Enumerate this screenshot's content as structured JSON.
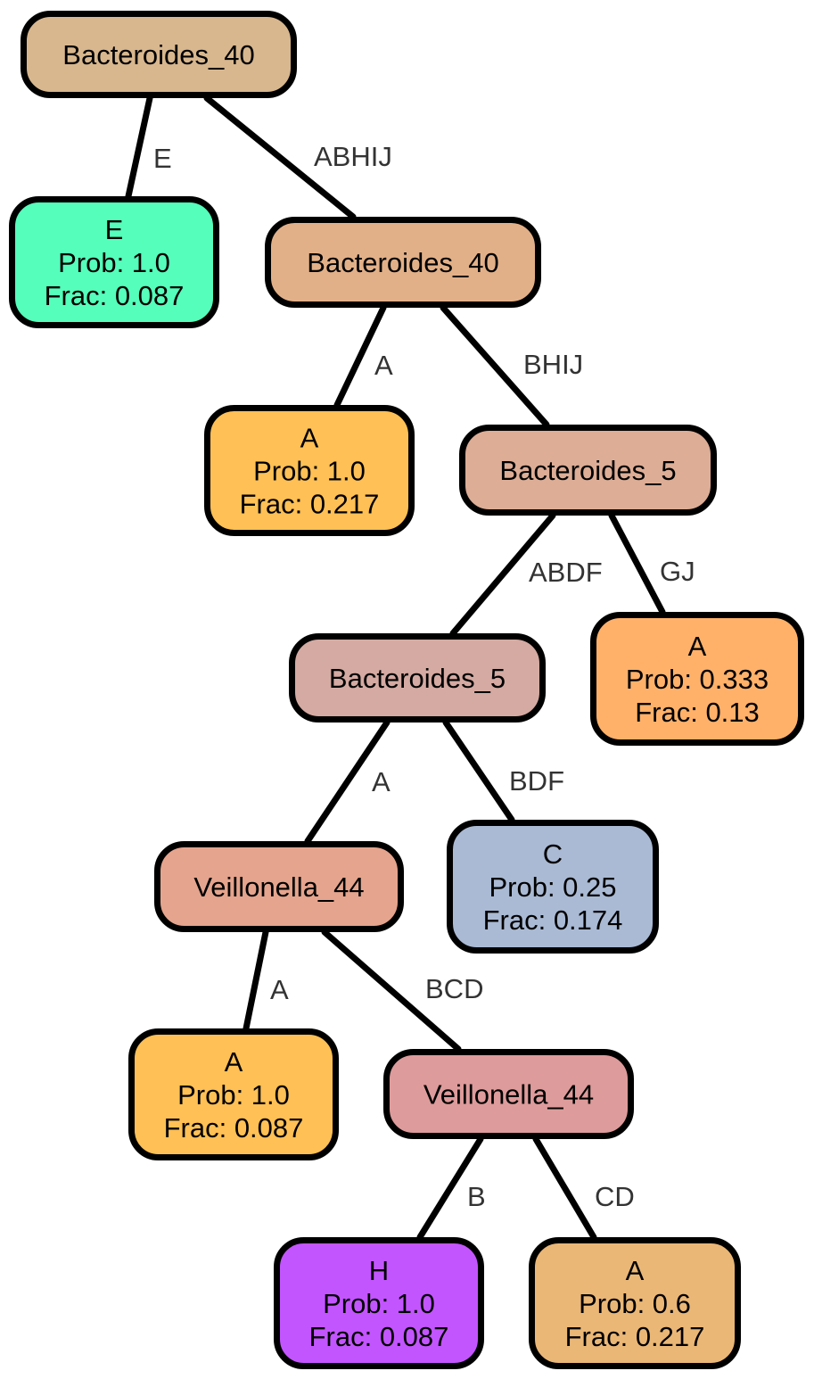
{
  "nodes": [
    {
      "id": "n0",
      "lines": [
        "Bacteroides_40"
      ],
      "color": "#D8B78E"
    },
    {
      "id": "n1",
      "lines": [
        "E",
        "Prob: 1.0",
        "Frac: 0.087"
      ],
      "color": "#55FFBB"
    },
    {
      "id": "n2",
      "lines": [
        "Bacteroides_40"
      ],
      "color": "#E2B088"
    },
    {
      "id": "n3",
      "lines": [
        "A",
        "Prob: 1.0",
        "Frac: 0.217"
      ],
      "color": "#FFC055"
    },
    {
      "id": "n4",
      "lines": [
        "Bacteroides_5"
      ],
      "color": "#DDAD96"
    },
    {
      "id": "n5",
      "lines": [
        "Bacteroides_5"
      ],
      "color": "#D4AAA2"
    },
    {
      "id": "n6",
      "lines": [
        "A",
        "Prob: 0.333",
        "Frac: 0.13"
      ],
      "color": "#FFB16A"
    },
    {
      "id": "n7",
      "lines": [
        "Veillonella_44"
      ],
      "color": "#E5A48D"
    },
    {
      "id": "n8",
      "lines": [
        "C",
        "Prob: 0.25",
        "Frac: 0.174"
      ],
      "color": "#AABAD4"
    },
    {
      "id": "n9",
      "lines": [
        "A",
        "Prob: 1.0",
        "Frac: 0.087"
      ],
      "color": "#FFC055"
    },
    {
      "id": "n10",
      "lines": [
        "Veillonella_44"
      ],
      "color": "#DE9B9B"
    },
    {
      "id": "n11",
      "lines": [
        "H",
        "Prob: 1.0",
        "Frac: 0.087"
      ],
      "color": "#C355FF"
    },
    {
      "id": "n12",
      "lines": [
        "A",
        "Prob: 0.6",
        "Frac: 0.217"
      ],
      "color": "#EAB777"
    }
  ],
  "edges": [
    {
      "from": "n0",
      "to": "n1",
      "label": "E"
    },
    {
      "from": "n0",
      "to": "n2",
      "label": "ABHIJ"
    },
    {
      "from": "n2",
      "to": "n3",
      "label": "A"
    },
    {
      "from": "n2",
      "to": "n4",
      "label": "BHIJ"
    },
    {
      "from": "n4",
      "to": "n5",
      "label": "ABDF"
    },
    {
      "from": "n4",
      "to": "n6",
      "label": "GJ"
    },
    {
      "from": "n5",
      "to": "n7",
      "label": "A"
    },
    {
      "from": "n5",
      "to": "n8",
      "label": "BDF"
    },
    {
      "from": "n7",
      "to": "n9",
      "label": "A"
    },
    {
      "from": "n7",
      "to": "n10",
      "label": "BCD"
    },
    {
      "from": "n10",
      "to": "n11",
      "label": "B"
    },
    {
      "from": "n10",
      "to": "n12",
      "label": "CD"
    }
  ]
}
